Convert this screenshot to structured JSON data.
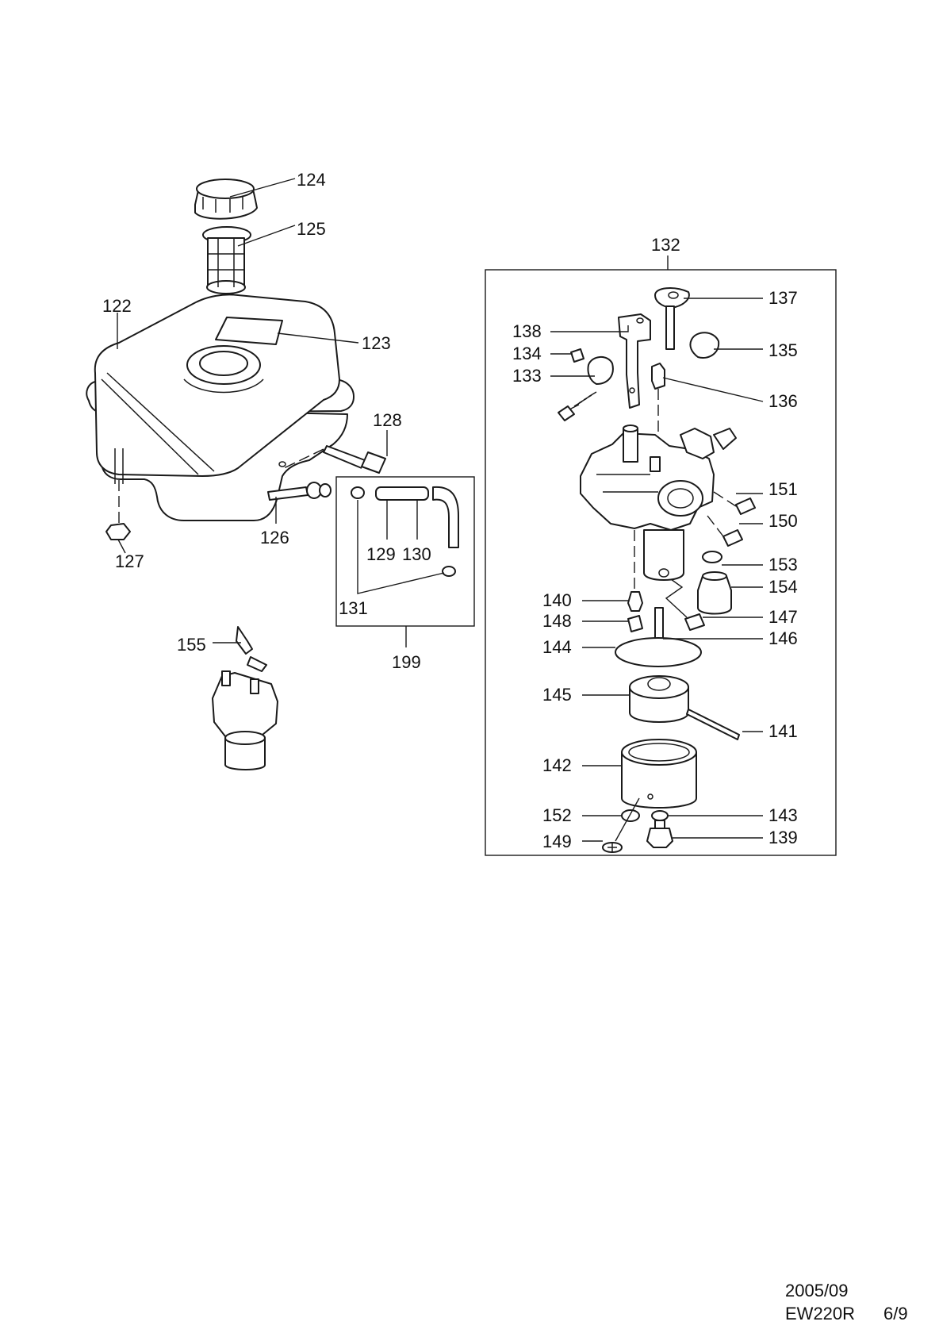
{
  "labels": {
    "p122": "122",
    "p123": "123",
    "p124": "124",
    "p125": "125",
    "p126": "126",
    "p127": "127",
    "p128": "128",
    "p129": "129",
    "p130": "130",
    "p131": "131",
    "p132": "132",
    "p133": "133",
    "p134": "134",
    "p135": "135",
    "p136": "136",
    "p137": "137",
    "p138": "138",
    "p139": "139",
    "p140": "140",
    "p141": "141",
    "p142": "142",
    "p143": "143",
    "p144": "144",
    "p145": "145",
    "p146": "146",
    "p147": "147",
    "p148": "148",
    "p149": "149",
    "p150": "150",
    "p151": "151",
    "p152": "152",
    "p153": "153",
    "p154": "154",
    "p155": "155",
    "p199": "199"
  },
  "footer": {
    "date": "2005/09",
    "model": "EW220R",
    "page": "6/9"
  }
}
